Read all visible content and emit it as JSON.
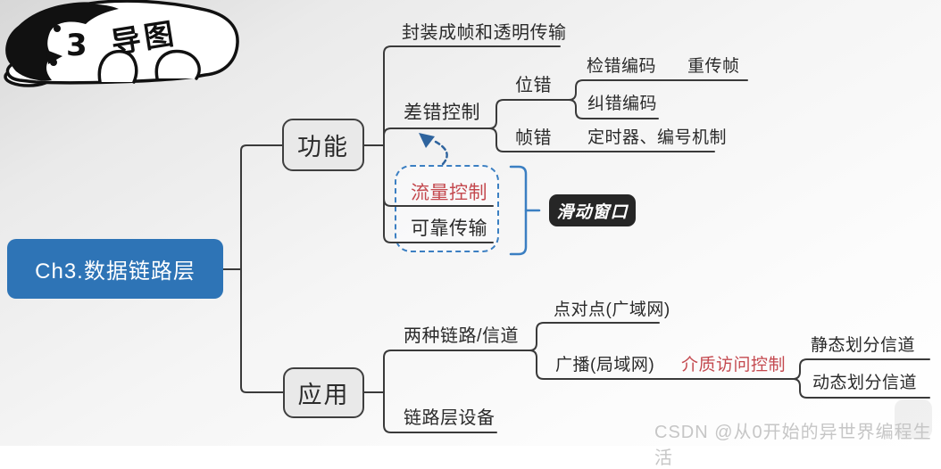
{
  "mascot": {
    "label": "导图",
    "mouth": "3"
  },
  "root": {
    "label": "Ch3.数据链路层"
  },
  "function_branch": {
    "label": "功能",
    "framing": "封装成帧和透明传输",
    "error_control": "差错控制",
    "bit_error": "位错",
    "detection_coding": "检错编码",
    "retransmit_frame": "重传帧",
    "correction_coding": "纠错编码",
    "frame_error": "帧错",
    "timer_numbering": "定时器、编号机制",
    "flow_control": "流量控制",
    "reliable_transmission": "可靠传输",
    "sliding_window": "滑动窗口"
  },
  "application_branch": {
    "label": "应用",
    "two_link_types": "两种链路/信道",
    "point_to_point": "点对点(广域网)",
    "broadcast": "广播(局域网)",
    "media_access_control": "介质访问控制",
    "static_channel": "静态划分信道",
    "dynamic_channel": "动态划分信道",
    "link_layer_devices": "链路层设备"
  },
  "watermark": {
    "text": "CSDN @从0开始的异世界编程生活"
  },
  "colors": {
    "root_bg": "#2e74b6",
    "branch_bg": "#e9e9e9",
    "line": "#3a3a3a",
    "accent_red": "#c4494f",
    "accent_blue": "#3b7fc2",
    "arrow_blue": "#2f649e",
    "dark_node_bg": "#262626",
    "watermark_gray": "#c6c6c6"
  }
}
